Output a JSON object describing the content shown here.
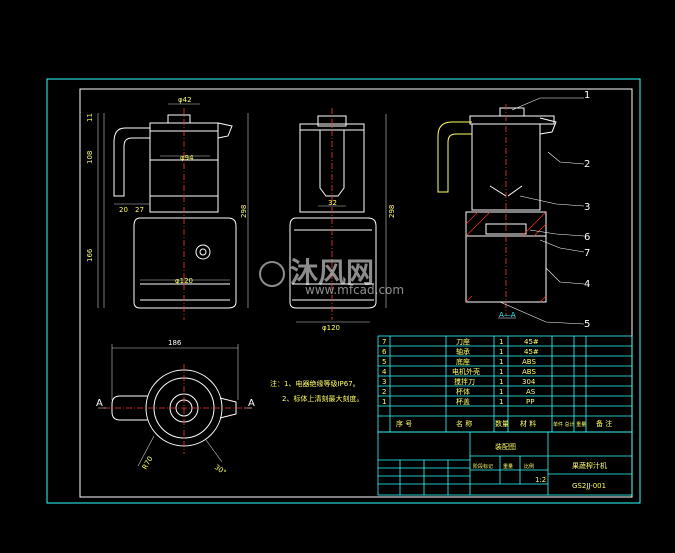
{
  "watermark": {
    "brand": "沐风网",
    "url": "www.mfcad.com"
  },
  "dimensions": {
    "top_dia": "φ42",
    "inner_dia": "φ94",
    "base_dia": "φ120",
    "base_dia_side": "φ120",
    "shaft_dia": "32",
    "height_total": "298",
    "height_total_side": "298",
    "height_upper": "108",
    "height_lower": "166",
    "height_lid": "11",
    "handle_w1": "20",
    "handle_w2": "27",
    "plan_width": "186",
    "plan_radius": "R70",
    "plan_angle": "30°",
    "section_a": "A",
    "section_a2": "A",
    "section_name": "A—A"
  },
  "notes": {
    "line1": "注：1、电器绝缘等级IP67。",
    "line2": "2、标体上清刻最大刻度。"
  },
  "balloons": [
    "1",
    "2",
    "3",
    "6",
    "7",
    "4",
    "5"
  ],
  "parts": [
    {
      "no": "7",
      "name": "刀座",
      "qty": "1",
      "material": "45#"
    },
    {
      "no": "6",
      "name": "轴承",
      "qty": "1",
      "material": "45#"
    },
    {
      "no": "5",
      "name": "底座",
      "qty": "1",
      "material": "ABS"
    },
    {
      "no": "4",
      "name": "电机外壳",
      "qty": "1",
      "material": "ABS"
    },
    {
      "no": "3",
      "name": "搅拌刀",
      "qty": "1",
      "material": "304"
    },
    {
      "no": "2",
      "name": "杯体",
      "qty": "1",
      "material": "AS"
    },
    {
      "no": "1",
      "name": "杯盖",
      "qty": "1",
      "material": "PP"
    }
  ],
  "parts_header": {
    "no": "序 号",
    "name": "名 称",
    "qty": "数量",
    "material": "材 料",
    "weight": "单件 总计 重量",
    "remark": "备 注"
  },
  "title_block": {
    "drawing_name": "装配图",
    "product": "果蔬榨汁机",
    "code": "GS2JJ-001",
    "scale": "1:2",
    "stage_label": "阶段标记",
    "weight_label": "重量",
    "scale_label": "比例"
  }
}
